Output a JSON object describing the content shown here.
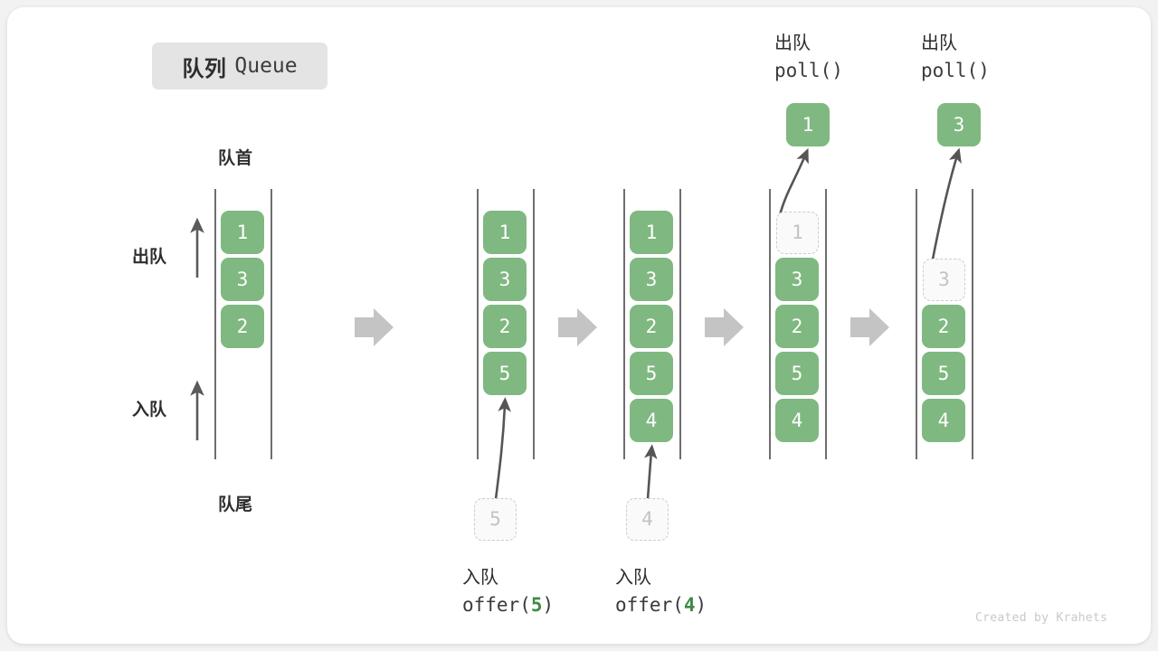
{
  "meta": {
    "credit": "Created by Krahets",
    "background": "#f2f2f2",
    "card_background": "#ffffff"
  },
  "title": {
    "cn": "队列",
    "en": "Queue"
  },
  "colors": {
    "cell_fill": "#7fb880",
    "cell_text": "#ffffff",
    "ghost_fill": "#fafafa",
    "ghost_border": "#cccccc",
    "ghost_text": "#c3c3c3",
    "rail": "#4a4a4a",
    "arrow_gray": "#c4c4c4",
    "curve_arrow": "#555555",
    "accent_green": "#3d8b45",
    "badge_bg": "#e4e4e4"
  },
  "labels": {
    "front": "队首",
    "rear": "队尾",
    "dequeue_side": "出队",
    "enqueue_side": "入队"
  },
  "operations": {
    "offer_cn": "入队",
    "poll_cn": "出队",
    "offer5_code": "offer(5)",
    "offer4_code": "offer(4)",
    "poll_code": "poll()"
  },
  "steps": [
    {
      "id": "initial",
      "cells": [
        {
          "value": "1",
          "slot": 0,
          "state": "filled"
        },
        {
          "value": "3",
          "slot": 1,
          "state": "filled"
        },
        {
          "value": "2",
          "slot": 2,
          "state": "filled"
        }
      ],
      "incoming": null,
      "outgoing": null,
      "caption_cn": "",
      "caption_code": ""
    },
    {
      "id": "after-offer-5",
      "cells": [
        {
          "value": "1",
          "slot": 0,
          "state": "filled"
        },
        {
          "value": "3",
          "slot": 1,
          "state": "filled"
        },
        {
          "value": "2",
          "slot": 2,
          "state": "filled"
        },
        {
          "value": "5",
          "slot": 3,
          "state": "filled"
        }
      ],
      "incoming": {
        "value": "5"
      },
      "outgoing": null,
      "caption_cn": "入队",
      "caption_code": "offer(5)",
      "caption_arg": "5"
    },
    {
      "id": "after-offer-4",
      "cells": [
        {
          "value": "1",
          "slot": 0,
          "state": "filled"
        },
        {
          "value": "3",
          "slot": 1,
          "state": "filled"
        },
        {
          "value": "2",
          "slot": 2,
          "state": "filled"
        },
        {
          "value": "5",
          "slot": 3,
          "state": "filled"
        },
        {
          "value": "4",
          "slot": 4,
          "state": "filled"
        }
      ],
      "incoming": {
        "value": "4"
      },
      "outgoing": null,
      "caption_cn": "入队",
      "caption_code": "offer(4)",
      "caption_arg": "4"
    },
    {
      "id": "poll-1",
      "cells": [
        {
          "value": "1",
          "slot": 0,
          "state": "ghost"
        },
        {
          "value": "3",
          "slot": 1,
          "state": "filled"
        },
        {
          "value": "2",
          "slot": 2,
          "state": "filled"
        },
        {
          "value": "5",
          "slot": 3,
          "state": "filled"
        },
        {
          "value": "4",
          "slot": 4,
          "state": "filled"
        }
      ],
      "incoming": null,
      "outgoing": {
        "value": "1"
      },
      "caption_cn": "出队",
      "caption_code": "poll()"
    },
    {
      "id": "poll-3",
      "cells": [
        {
          "value": "3",
          "slot": 1,
          "state": "ghost"
        },
        {
          "value": "2",
          "slot": 2,
          "state": "filled"
        },
        {
          "value": "5",
          "slot": 3,
          "state": "filled"
        },
        {
          "value": "4",
          "slot": 4,
          "state": "filled"
        }
      ],
      "incoming": null,
      "outgoing": {
        "value": "3"
      },
      "caption_cn": "出队",
      "caption_code": "poll()"
    }
  ],
  "flow_arrows": 4
}
